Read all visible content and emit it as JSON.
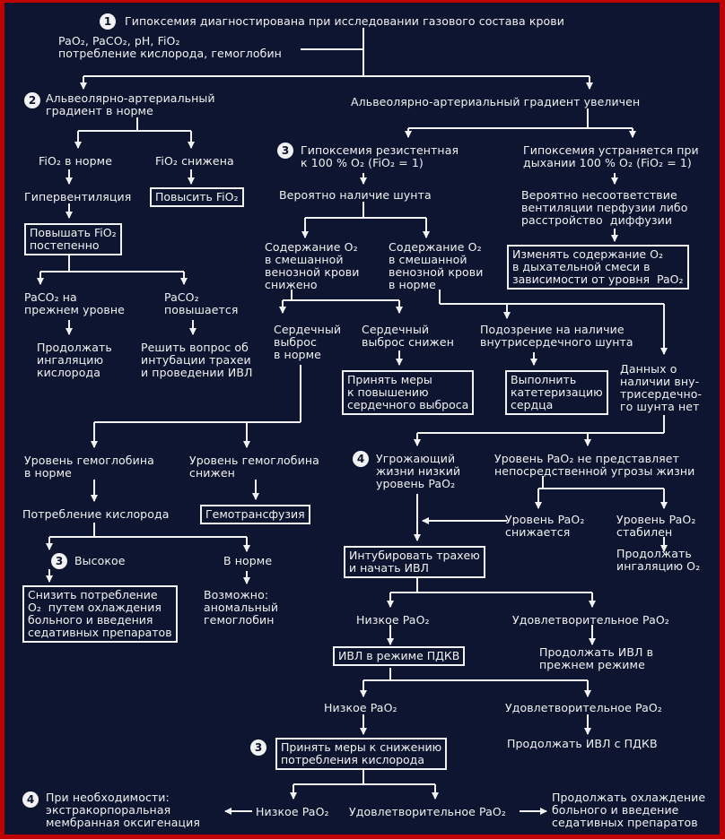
{
  "colors": {
    "frame": "#c00000",
    "background": "#0d1530",
    "foreground": "#f2f2f2"
  },
  "badges": {
    "n1": "1",
    "n2": "2",
    "n3a": "3",
    "n3b": "3",
    "n4a": "4",
    "n3c": "3",
    "n4b": "4"
  },
  "nodes": {
    "hypoxemia": "Гипоксемия диагностирована при исследовании газового состава крови",
    "params": "PaO₂, PaCO₂, pH, FiO₂\nпотребление кислорода, гемоглобин",
    "grad_normal": "Альвеолярно-артериальный\nградиент в норме",
    "grad_increased": "Альвеолярно-артериальный градиент увеличен",
    "fio2_normal": "FiO₂ в норме",
    "fio2_low": "FiO₂ снижена",
    "hyperventilation": "Гипервентиляция",
    "raise_fio2": "Повысить FiO₂",
    "raise_fio2_gradually": "Повышать FiO₂\nпостепенно",
    "paco2_same": "PaCO₂ на\nпрежнем уровне",
    "paco2_rises": "PaCO₂\nповышается",
    "continue_inhalation": "Продолжать\nингаляцию\nкислорода",
    "decide_intubation": "Решить вопрос об\nинтубации трахеи\nи проведении ИВЛ",
    "resistant": "Гипоксемия резистентная\nк 100 % O₂ (FiO₂ = 1)",
    "resolves": "Гипоксемия устраняется при\nдыхании 100 % O₂ (FiO₂ = 1)",
    "shunt_likely": "Вероятно наличие шунта",
    "mismatch_likely": "Вероятно несоответствие\nвентиляции перфузии либо\nрасстройство  диффузии",
    "mixed_low": "Содержание O₂\nв смешанной\nвенозной крови\nснижено",
    "mixed_normal": "Содержание O₂\nв смешанной\nвенозной крови\nв норме",
    "adjust_o2": "Изменять содержание O₂\nв дыхательной смеси в\nзависимости от уровня  PaO₂",
    "co_normal": "Сердечный\nвыброс\nв норме",
    "co_low": "Сердечный\nвыброс снижен",
    "suspect_shunt": "Подозрение на наличие\nвнутрисердечного шунта",
    "improve_co": "Принять меры\nк повышению\nсердечного выброса",
    "catheterization": "Выполнить\nкатетеризацию\nсердца",
    "no_shunt_data": "Данных о\nналичии вну-\nтрисердечно-\nго шунта нет",
    "hb_normal": "Уровень гемоглобина\nв норме",
    "hb_low": "Уровень гемоглобина\nснижен",
    "threat_low_pao2": "Угрожающий\nжизни низкий\nуровень PaO₂",
    "no_threat": "Уровень PaO₂ не представляет\nнепосредственной угрозы жизни",
    "o2_consumption": "Потребление кислорода",
    "transfusion": "Гемотрансфузия",
    "pao2_decreasing": "Уровень PaO₂\nснижается",
    "pao2_stable": "Уровень PaO₂\nстабилен",
    "high": "Высокое",
    "in_norm": "В норме",
    "intubate": "Интубировать трахею\nи начать ИВЛ",
    "continue_o2": "Продолжать\nингаляцию O₂",
    "reduce_consumption": "Снизить потребление\nO₂  путем охлаждения\nбольного и введения\nседативных препаратов",
    "abnormal_hb": "Возможно:\nаномальный\nгемоглобин",
    "low_pao2_1": "Низкое PaO₂",
    "ok_pao2_1": "Удовлетворительное PaO₂",
    "peep": "ИВЛ в режиме ПДКВ",
    "continue_ivl": "Продолжать ИВЛ в\nпрежнем режиме",
    "low_pao2_2": "Низкое PaO₂",
    "ok_pao2_2": "Удовлетворительное PaO₂",
    "reduce_o2_measures": "Принять меры к снижению\nпотребления кислорода",
    "continue_peep": "Продолжать ИВЛ с ПДКВ",
    "ecmo": "При необходимости:\nэкстракорпоральная\nмембранная оксигенация",
    "low_pao2_3": "Низкое PaO₂",
    "ok_pao2_3": "Удовлетворительное PaO₂",
    "continue_cooling": "Продолжать охлаждение\nбольного и введение\nседативных препаратов"
  }
}
